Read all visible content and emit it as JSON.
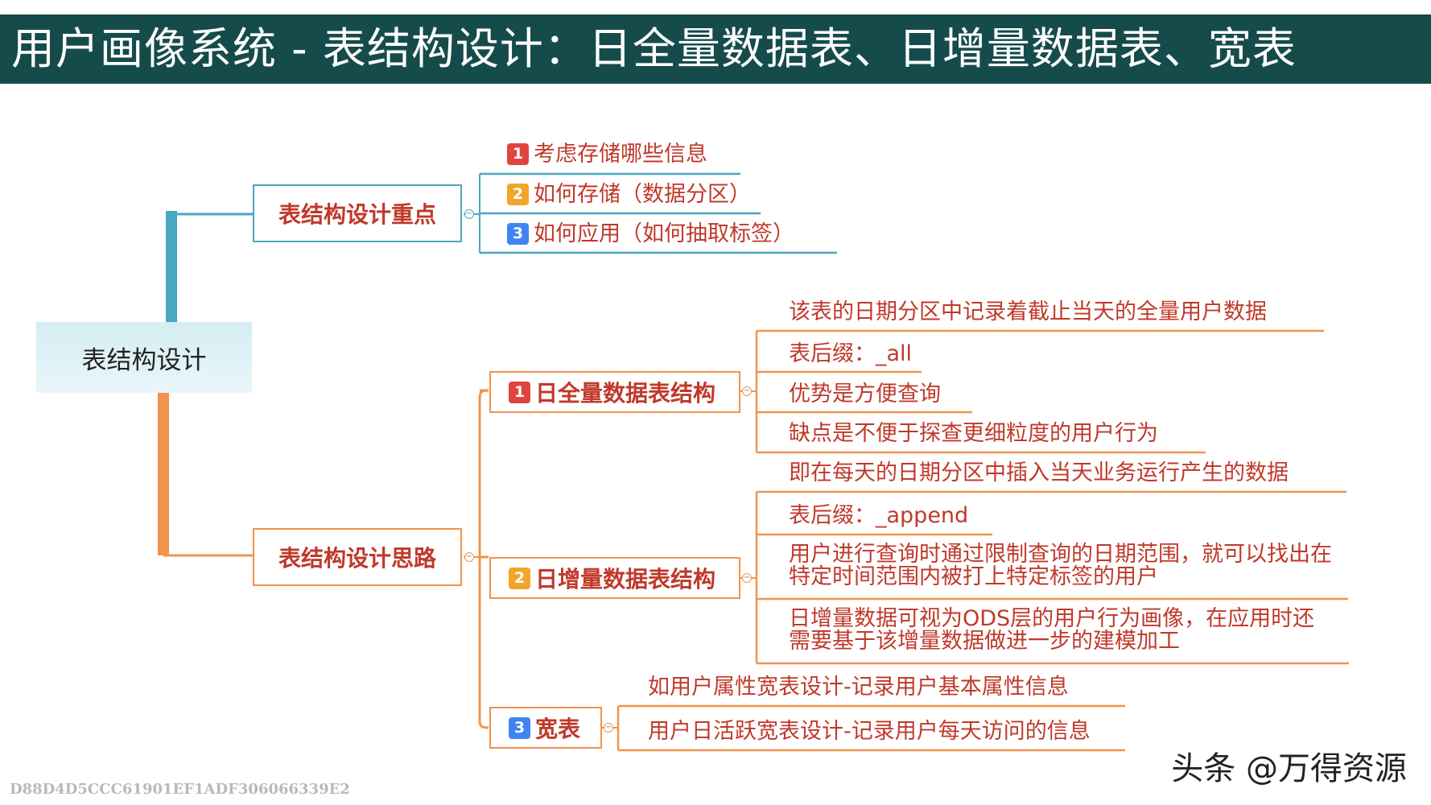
{
  "banner": {
    "title": "用户画像系统 - 表结构设计：日全量数据表、日增量数据表、宽表"
  },
  "colors": {
    "banner_bg": "#164b4b",
    "blue_branch": "#4aa6c2",
    "orange_branch": "#f0944d",
    "text_red": "#c0392b",
    "badge_1": "#e0443e",
    "badge_2": "#f3a52a",
    "badge_3": "#3f85f2"
  },
  "mindmap": {
    "root": "表结构设计",
    "branch_focus": {
      "label": "表结构设计重点",
      "items": [
        {
          "badge": "1",
          "text": "考虑存储哪些信息"
        },
        {
          "badge": "2",
          "text": "如何存储（数据分区）"
        },
        {
          "badge": "3",
          "text": "如何应用（如何抽取标签）"
        }
      ]
    },
    "branch_ideas": {
      "label": "表结构设计思路",
      "full_table": {
        "badge": "1",
        "label": "日全量数据表结构",
        "items": [
          "该表的日期分区中记录着截止当天的全量用户数据",
          "表后缀：_all",
          "优势是方便查询",
          "缺点是不便于探查更细粒度的用户行为"
        ]
      },
      "incr_table": {
        "badge": "2",
        "label": "日增量数据表结构",
        "items": [
          "即在每天的日期分区中插入当天业务运行产生的数据",
          "表后缀：_append",
          "用户进行查询时通过限制查询的日期范围，就可以找出在特定时间范围内被打上特定标签的用户",
          "日增量数据可视为ODS层的用户行为画像，在应用时还需要基于该增量数据做进一步的建模加工"
        ]
      },
      "wide_table": {
        "badge": "3",
        "label": "宽表",
        "items": [
          "如用户属性宽表设计-记录用户基本属性信息",
          "用户日活跃宽表设计-记录用户每天访问的信息"
        ]
      }
    }
  },
  "watermark": "头条 @万得资源",
  "hash_code": "D88D4D5CCC61901EF1ADF306066339E2"
}
